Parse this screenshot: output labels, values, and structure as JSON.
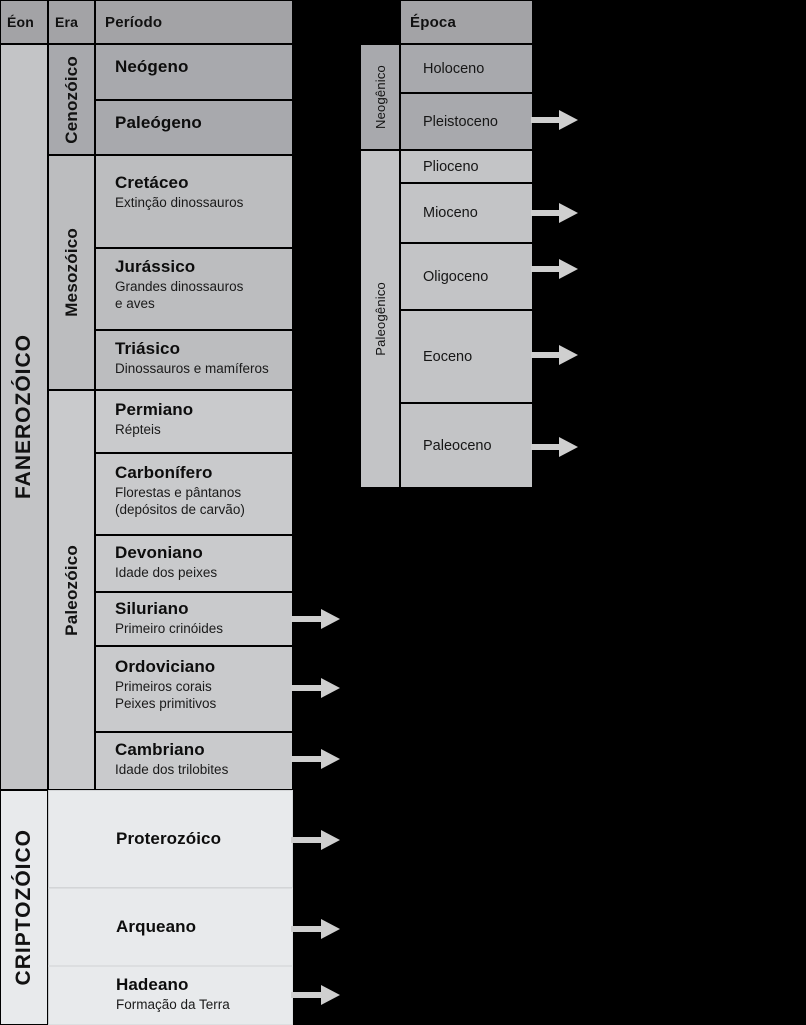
{
  "headers": {
    "eon": "Éon",
    "era": "Era",
    "period": "Período",
    "epoch": "Época"
  },
  "eons": [
    {
      "label": "FANEROZÓICO"
    },
    {
      "label": "CRIPTOZÓICO"
    }
  ],
  "eras": [
    {
      "label": "Cenozóico"
    },
    {
      "label": "Mesozóico"
    },
    {
      "label": "Paleozóico"
    }
  ],
  "periods": [
    {
      "name": "Neógeno",
      "desc": ""
    },
    {
      "name": "Paleógeno",
      "desc": ""
    },
    {
      "name": "Cretáceo",
      "desc": "Extinção dinossauros"
    },
    {
      "name": "Jurássico",
      "desc": "Grandes dinossauros\ne aves"
    },
    {
      "name": "Triásico",
      "desc": "Dinossauros e mamíferos"
    },
    {
      "name": "Permiano",
      "desc": "Répteis"
    },
    {
      "name": "Carbonífero",
      "desc": "Florestas e pântanos\n(depósitos de carvão)"
    },
    {
      "name": "Devoniano",
      "desc": "Idade dos peixes"
    },
    {
      "name": "Siluriano",
      "desc": "Primeiro crinóides"
    },
    {
      "name": "Ordoviciano",
      "desc": "Primeiros corais\nPeixes primitivos"
    },
    {
      "name": "Cambriano",
      "desc": "Idade dos trilobites"
    },
    {
      "name": "Proterozóico",
      "desc": ""
    },
    {
      "name": "Arqueano",
      "desc": ""
    },
    {
      "name": "Hadeano",
      "desc": "Formação da Terra"
    }
  ],
  "subperiods": [
    {
      "label": "Neogênico"
    },
    {
      "label": "Paleogênico"
    }
  ],
  "epochs": [
    {
      "name": "Holoceno"
    },
    {
      "name": "Pleistoceno"
    },
    {
      "name": "Plioceno"
    },
    {
      "name": "Mioceno"
    },
    {
      "name": "Oligoceno"
    },
    {
      "name": "Eoceno"
    },
    {
      "name": "Paleoceno"
    }
  ],
  "colors": {
    "background": "#000000",
    "header": "#a3a3a6",
    "cenozoic": "#a8a9ad",
    "mesozoic": "#bcbdbf",
    "paleozoic": "#c9cacc",
    "cryptozoic": "#e8eaec",
    "arrow": "#cfcfcf",
    "border": "#000000"
  }
}
